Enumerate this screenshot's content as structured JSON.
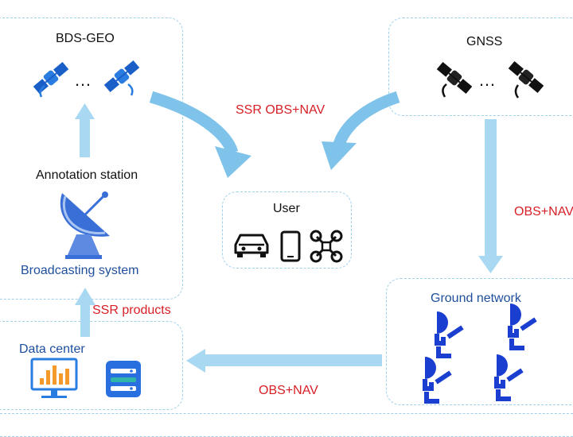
{
  "colors": {
    "arrow": "#7fc3ea",
    "arrow_light": "#a8d8f2",
    "box_border": "#9fd0ea",
    "label_red": "#d61f26",
    "label_blue": "#1f4f9c",
    "icon_blue": "#1a5fc8",
    "icon_deep": "#2548b8"
  },
  "nodes": {
    "bds_geo": {
      "title": "BDS-GEO",
      "ellipsis": "…"
    },
    "gnss": {
      "title": "GNSS",
      "ellipsis": "…"
    },
    "annotation_station": {
      "title": "Annotation station"
    },
    "broadcasting_system": {
      "title": "Broadcasting system"
    },
    "user": {
      "title": "User"
    },
    "ground_network": {
      "title": "Ground network"
    },
    "data_center": {
      "title": "Data center"
    }
  },
  "edges": {
    "ssr_obs_nav": "SSR OBS+NAV",
    "obs_nav_right": "OBS+NAV",
    "ssr_products": "SSR products",
    "obs_nav_bottom": "OBS+NAV"
  }
}
